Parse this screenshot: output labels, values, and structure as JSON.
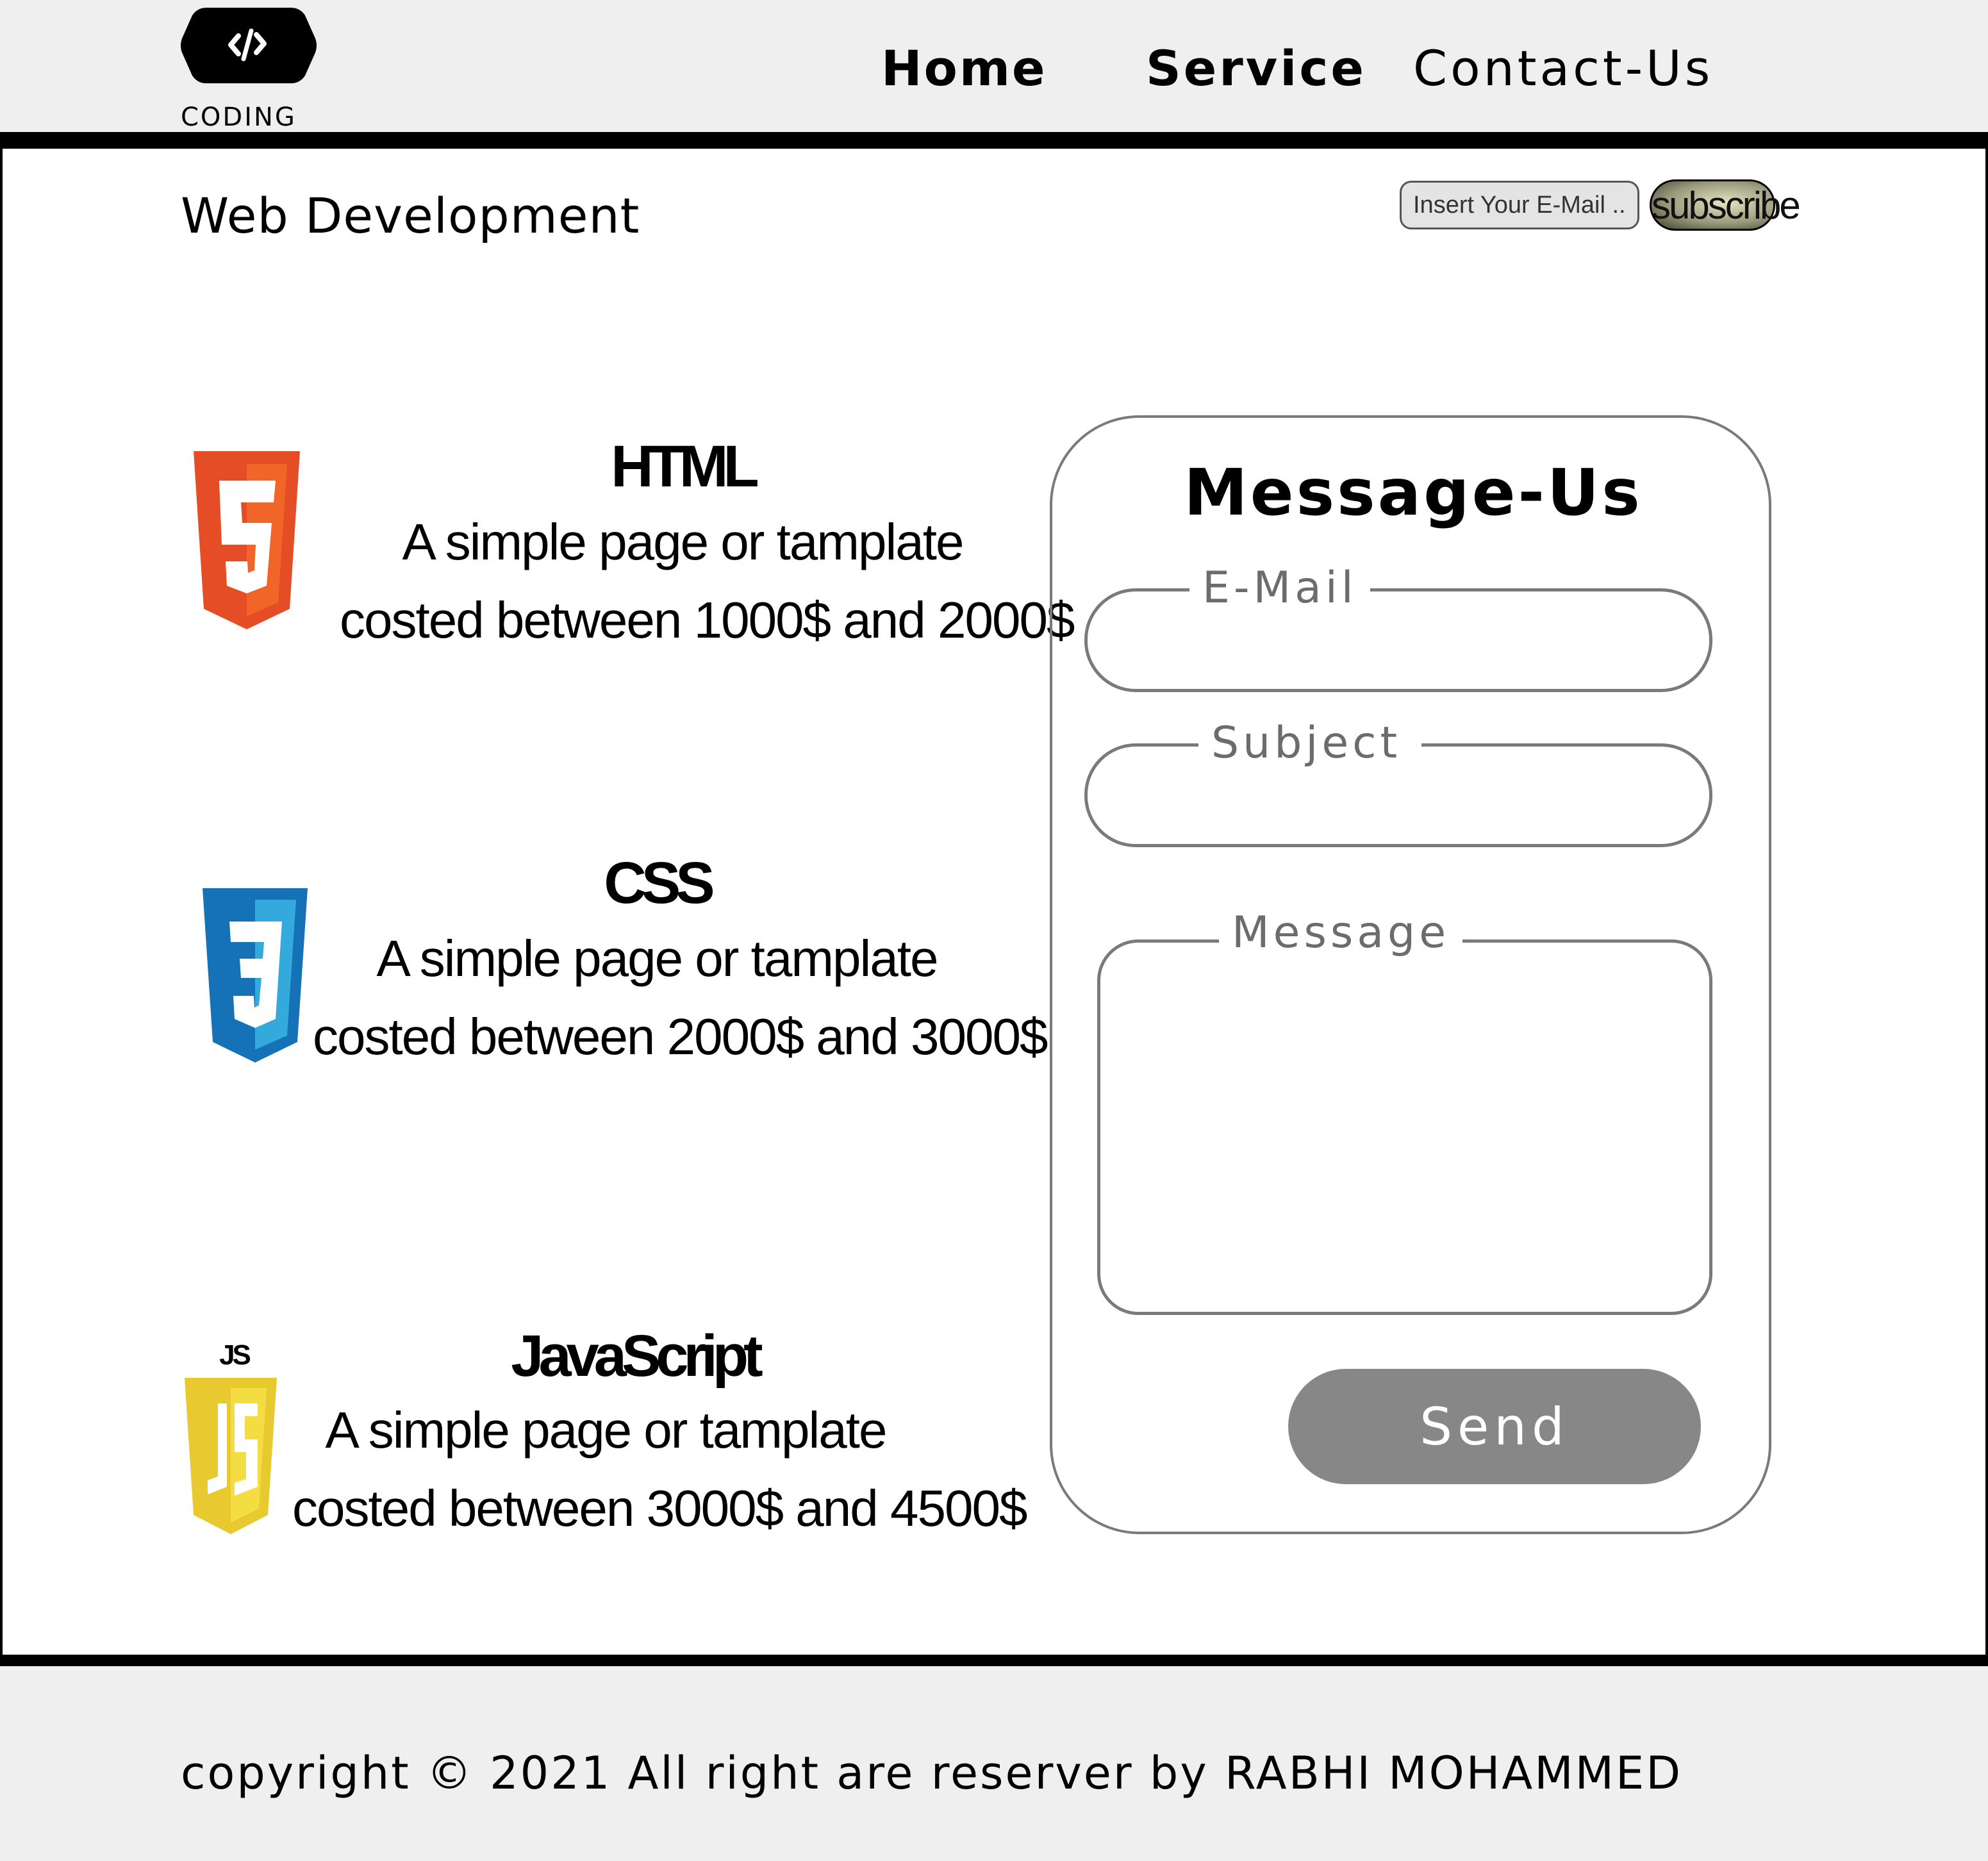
{
  "header": {
    "logo_text": "CODING",
    "nav": {
      "home": "Home",
      "service": "Service",
      "contact": "Contact-Us"
    }
  },
  "subheader": {
    "title": "Web Development",
    "subscribe": {
      "placeholder": "Insert Your E-Mail ...",
      "button_label": "subscribe"
    }
  },
  "tech": [
    {
      "title": "HTML",
      "line1": "A simple page or tamplate",
      "line2": "costed between 1000$ and 2000$",
      "icon": "html5-icon",
      "color": "#e44d26"
    },
    {
      "title": "CSS",
      "line1": "A simple page or tamplate",
      "line2": "costed between 2000$ and 3000$",
      "icon": "css3-icon",
      "color": "#1572b6"
    },
    {
      "title": "JavaScript",
      "line1": "A simple page or tamplate",
      "line2": "costed between 3000$ and 4500$",
      "icon": "javascript-icon",
      "color": "#f0db4f",
      "badge": "JS"
    }
  ],
  "contact_form": {
    "title": "Message-Us",
    "email_label": "E-Mail",
    "subject_label": "Subject",
    "message_label": "Message",
    "send_label": "Send"
  },
  "footer": {
    "copyright": "copyright ©  2021 All right are reserver by RABHI MOHAMMED"
  },
  "colors": {
    "header_bg": "#efefef",
    "border": "#000000",
    "field_border": "#7a7a7a",
    "send_bg": "#878787"
  }
}
